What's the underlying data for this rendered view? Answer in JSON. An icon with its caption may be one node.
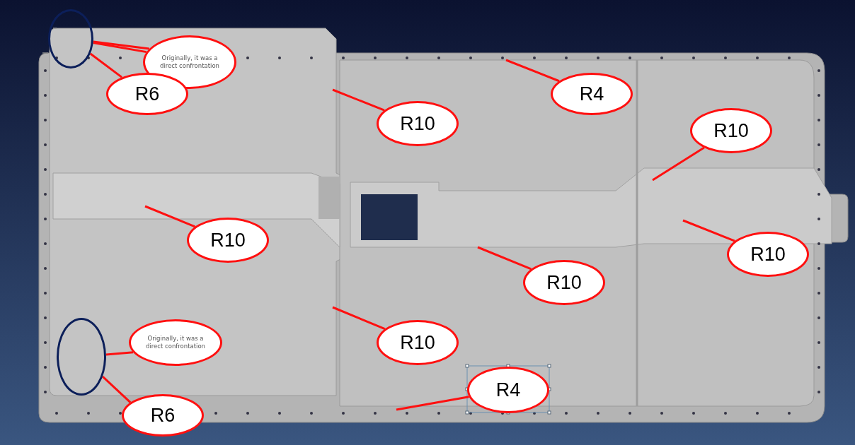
{
  "diagram": {
    "nodes": [
      {
        "text": [],
        "shape": "circle"
      },
      {
        "text": [
          "Originally, it was a direct confrontation"
        ]
      },
      {
        "text": [
          "R6"
        ]
      },
      {
        "text": [
          "R4"
        ]
      },
      {
        "text": [
          "R10"
        ]
      },
      {
        "text": [
          "R10"
        ]
      },
      {
        "text": [
          "R10"
        ]
      },
      {
        "text": [
          "R10"
        ]
      },
      {
        "text": [
          "R10"
        ]
      },
      {
        "text": [],
        "shape": "circle"
      },
      {
        "text": [
          "Originally, it was a direct confrontation"
        ]
      },
      {
        "text": [
          "R10"
        ]
      },
      {
        "text": [
          "R6"
        ]
      },
      {
        "text": [
          "R4"
        ]
      }
    ],
    "edges": [
      {
        "from": 1,
        "to": 0,
        "arrow": "none"
      },
      {
        "from": 1,
        "to": 0,
        "arrow": "none"
      },
      {
        "from": 2,
        "to": 0,
        "arrow": "none"
      },
      {
        "from": 3,
        "to": null,
        "arrow": "none"
      },
      {
        "from": 4,
        "to": null,
        "arrow": "none"
      },
      {
        "from": 5,
        "to": null,
        "arrow": "none"
      },
      {
        "from": 6,
        "to": null,
        "arrow": "none"
      },
      {
        "from": 7,
        "to": null,
        "arrow": "none"
      },
      {
        "from": 8,
        "to": null,
        "arrow": "none"
      },
      {
        "from": 10,
        "to": 9,
        "arrow": "none"
      },
      {
        "from": 11,
        "to": null,
        "arrow": "none"
      },
      {
        "from": 12,
        "to": 9,
        "arrow": "none"
      },
      {
        "from": 13,
        "to": null,
        "arrow": "none"
      }
    ]
  }
}
